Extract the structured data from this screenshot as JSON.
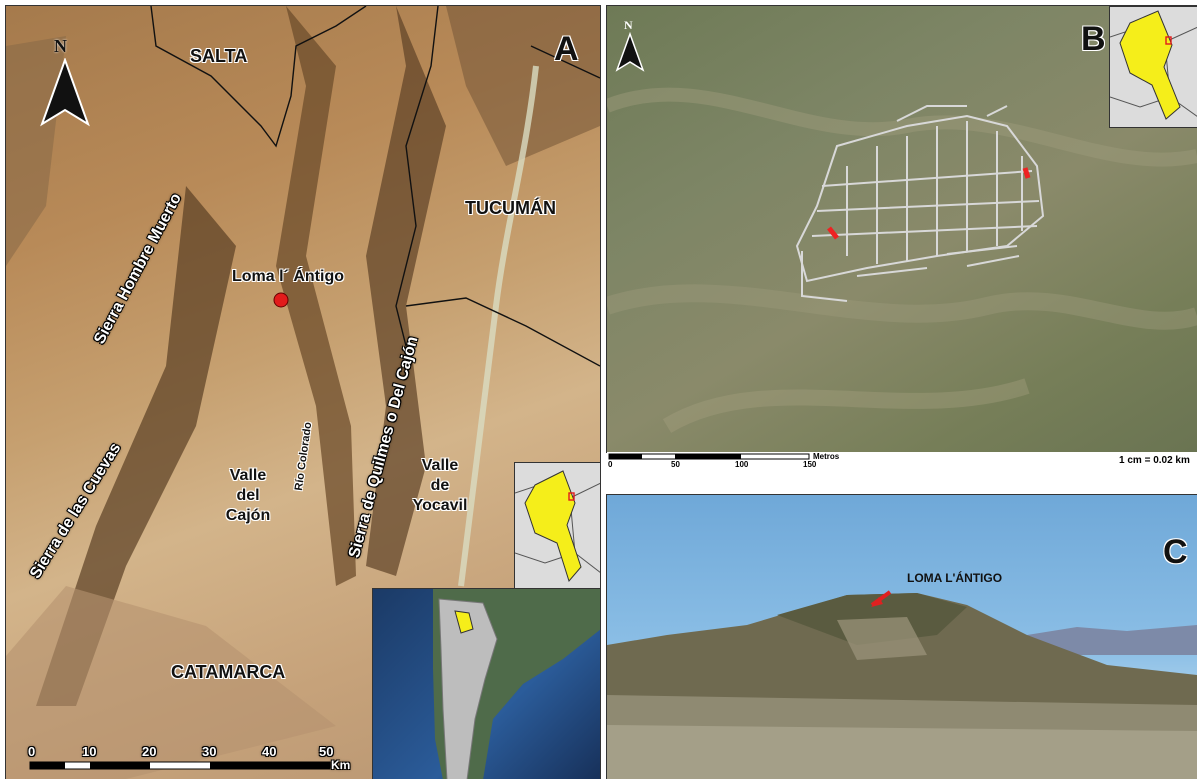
{
  "panel_a": {
    "letter": "A",
    "north": "N",
    "regions": {
      "salta": "SALTA",
      "tucuman": "TUCUMÁN",
      "catamarca": "CATAMARCA"
    },
    "site": {
      "name": "Loma l´ Ántigo",
      "marker_color": "#e21b1b"
    },
    "ranges": {
      "hombre_muerto": "Sierra Hombre Muerto",
      "cuevas": "Sierra de las Cuevas",
      "quilmes": "Sierra de Quilmes o Del Cajón"
    },
    "river": "Río Colorado",
    "valleys": {
      "cajon": [
        "Valle",
        "del",
        "Cajón"
      ],
      "yocavil": [
        "Valle",
        "de",
        "Yocavil"
      ]
    },
    "scale": {
      "ticks": [
        "0",
        "10",
        "20",
        "30",
        "40",
        "50"
      ],
      "unit": "Km"
    },
    "province_highlight_color": "#f5ee1a"
  },
  "panel_b": {
    "letter": "B",
    "north": "N",
    "scale": {
      "ticks": [
        "0",
        "50",
        "100",
        "150"
      ],
      "unit": "Metros",
      "ratio": "1 cm = 0.02 km"
    }
  },
  "panel_c": {
    "letter": "C",
    "callout": "LOMA L'ÁNTIGO",
    "arrow_color": "#e02020"
  }
}
